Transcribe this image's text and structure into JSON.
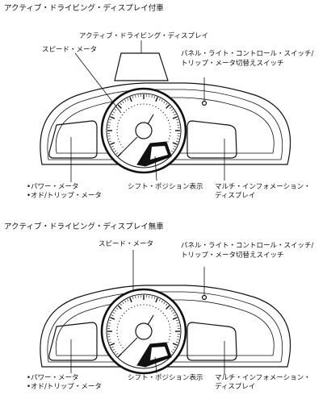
{
  "sections": [
    {
      "title": "アクティブ・ドライビング・ディスプレイ付車",
      "labels": {
        "adm": "アクティブ・ドライビング・ディスプレイ",
        "speedometer": "スピード・メータ",
        "panel_switch_line1": "パネル・ライト・コントロール・スイッチ/",
        "panel_switch_line2": "トリップ・メータ切替えスイッチ",
        "power_meter": "•パワー・メータ",
        "odo_trip": "•オド/トリップ・メータ",
        "shift_indicator": "シフト・ポジション表示",
        "multi_display_line1": "マルチ・インフォメーション・",
        "multi_display_line2": "ディスプレイ"
      }
    },
    {
      "title": "アクティブ・ドライビング・ディスプレイ無車",
      "labels": {
        "speedometer": "スピード・メータ",
        "panel_switch_line1": "パネル・ライト・コントロール・スイッチ/",
        "panel_switch_line2": "トリップ・メータ切替えスイッチ",
        "power_meter": "•パワー・メータ",
        "odo_trip": "•オド/トリップ・メータ",
        "shift_indicator": "シフト・ポジション表示",
        "multi_display_line1": "マルチ・インフォメーション・",
        "multi_display_line2": "ディスプレイ"
      }
    }
  ]
}
